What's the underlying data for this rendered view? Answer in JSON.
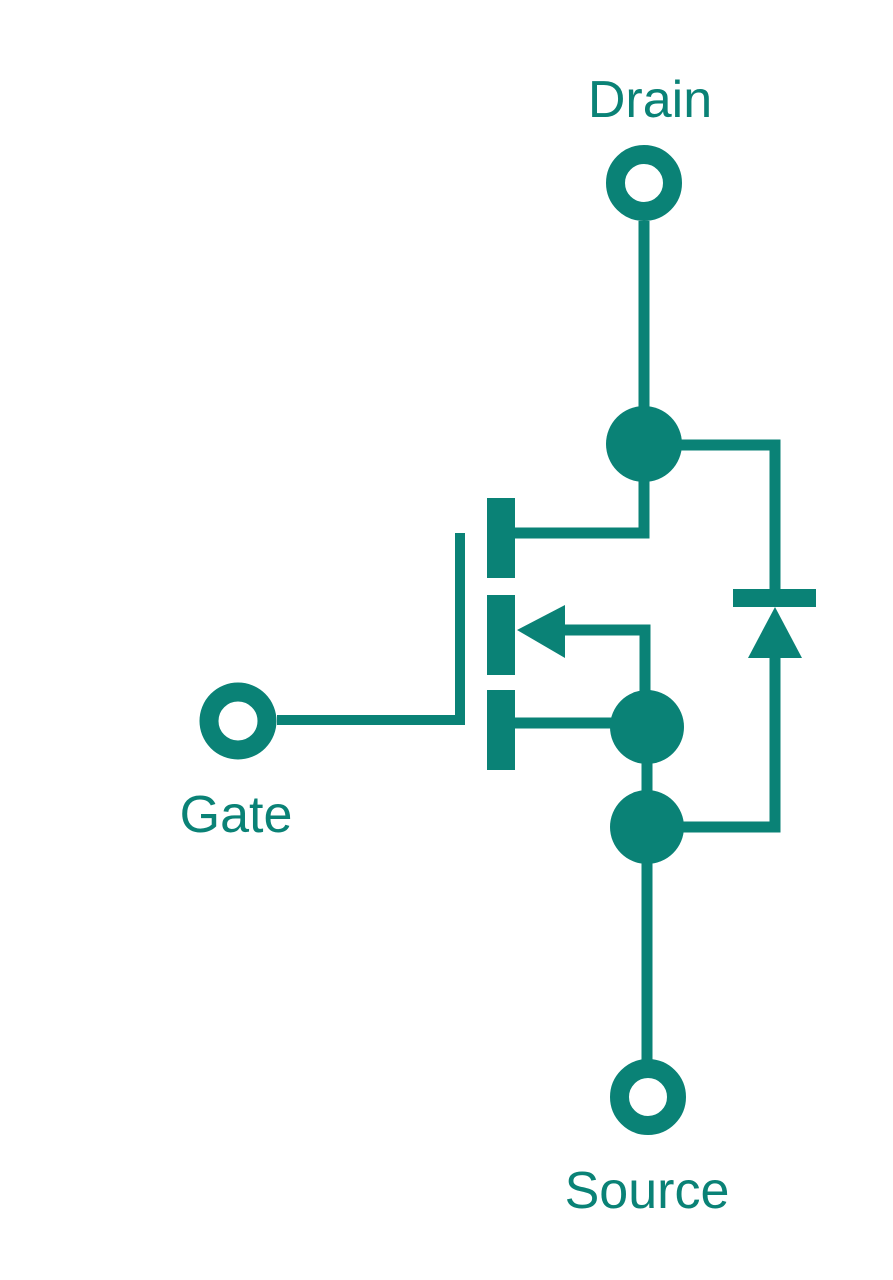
{
  "diagram": {
    "kind": "circuit-schematic",
    "labels": {
      "drain": "Drain",
      "gate": "Gate",
      "source": "Source"
    }
  },
  "colors": {
    "accent": "#0A8276",
    "background": "#FFFFFF"
  }
}
